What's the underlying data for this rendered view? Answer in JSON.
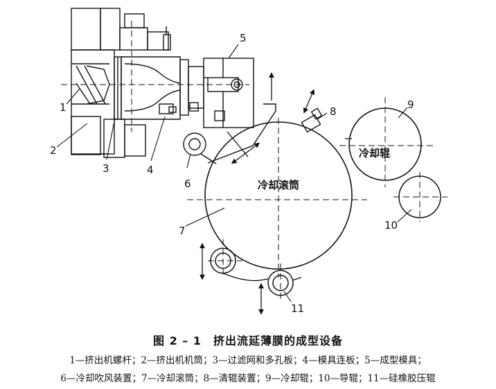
{
  "figure": {
    "part_numbers": [
      "1",
      "2",
      "3",
      "4",
      "5",
      "6",
      "7",
      "8",
      "9",
      "10",
      "11"
    ],
    "labels": {
      "cooling_drum": "冷却滚筒",
      "cooling_roller": "冷却辊"
    }
  },
  "caption": {
    "title": "图 2 – 1　挤出流延薄膜的成型设备",
    "legend_line1": "1—挤出机螺杆；2—挤出机机筒；3—过滤网和多孔板；4—模具连板；5—成型模具；",
    "legend_line2": "6—冷却吹风装置；7—冷却滚筒；8—清辊装置；9—冷却辊；10—导辊；11—硅橡胶压辊"
  }
}
